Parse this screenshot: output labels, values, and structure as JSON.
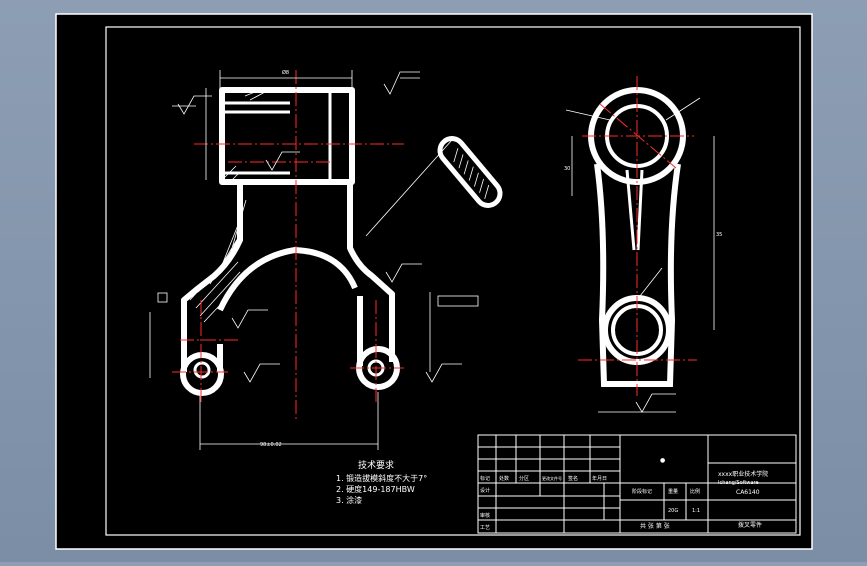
{
  "drawing": {
    "tech_requirements": {
      "heading": "技术要求",
      "items": [
        "1.  锻造拔模斜度不大于7°",
        "2.  硬度149-187HBW",
        "3.  涂漆"
      ]
    },
    "title_block": {
      "drawing_number": "●",
      "school_line1": "xxxx职业技术学院",
      "school_line2": "Ichang/Software",
      "part_name": "CA6140",
      "material": "拨叉零件",
      "scale": "1:1",
      "weight": "20G",
      "row_labels": [
        "标记",
        "设计",
        "审核",
        "工艺"
      ],
      "col_labels": [
        "处数",
        "分区",
        "更改文件号",
        "签名",
        "年月日"
      ],
      "stage_label": "阶段标记",
      "weight_label": "重量",
      "scale_label": "比例",
      "sheet_label": "共 张  第 张"
    },
    "dimensions": {
      "overall_width": "98±0.02",
      "top_width": "Ø8",
      "left_height": "30",
      "right_height": "35"
    }
  },
  "colors": {
    "background": "#000000",
    "frame": "#ffffff",
    "centerline": "#ff2a2a",
    "dimension": "#ffffff",
    "part_fill": "#ffffff"
  }
}
